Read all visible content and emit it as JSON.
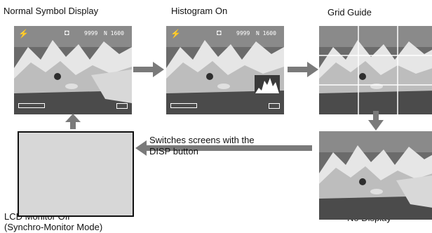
{
  "labels": {
    "normal": "Normal Symbol Display",
    "histogram": "Histogram On",
    "grid": "Grid Guide",
    "no_display": "No Display",
    "lcd_off": "LCD Monitor Off\n(Synchro-Monitor Mode)"
  },
  "caption": "Switches screens with the\nDISP button",
  "overlay": {
    "count": "9999",
    "size": "N 1600"
  },
  "colors": {
    "arrow": "#7a7a7a",
    "grid_line": "#ffffff",
    "lcd_off_fill": "#d7d7d7"
  }
}
